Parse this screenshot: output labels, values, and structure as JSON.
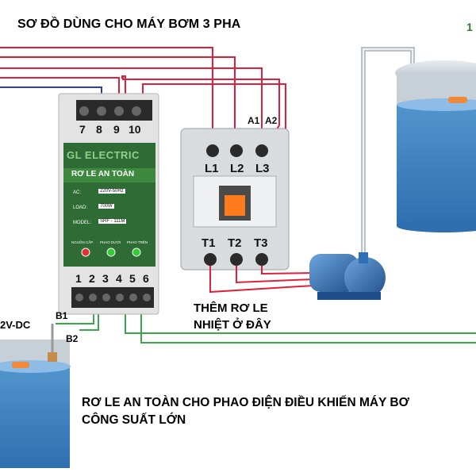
{
  "title": "SƠ ĐỒ DÙNG CHO MÁY BƠM 3 PHA",
  "tank_label": "1",
  "relay": {
    "top_terminals": [
      "7",
      "8",
      "9",
      "10"
    ],
    "bottom_terminals": [
      "1",
      "2",
      "3",
      "4",
      "5",
      "6"
    ],
    "brand": "GL ELECTRIC",
    "panel_title": "RƠ LE AN TOÀN",
    "specs": [
      {
        "label": "AC:",
        "value": "220V-50Hz"
      },
      {
        "label": "LOAD:",
        "value": "700W"
      },
      {
        "label": "MODEL:",
        "value": "SRF - 111M"
      }
    ],
    "indicators": [
      "NGUỒN CẤP",
      "PHAO DƯỚI",
      "PHAO TRÊN"
    ],
    "colors": {
      "body": "#e3e3e3",
      "panel": "#2f6b35",
      "led_red": "#d33",
      "led_green": "#3c3"
    }
  },
  "contactor": {
    "coil": [
      "A1",
      "A2"
    ],
    "inputs": [
      "L1",
      "L2",
      "L3"
    ],
    "outputs": [
      "T1",
      "T2",
      "T3"
    ]
  },
  "sensor_labels": {
    "dc": "2V-DC",
    "b1": "B1",
    "b2": "B2"
  },
  "note": [
    "THÊM RƠ LE",
    "NHIỆT Ở ĐÂY"
  ],
  "caption": [
    "RƠ LE AN TOÀN CHO PHAO ĐIỆN ĐIỀU KHIỂN MÁY BƠ",
    "CÔNG SUẤT LỚN"
  ],
  "colors": {
    "wire_red": "#e0203a",
    "wire_blue": "#2a3fc0",
    "wire_green": "#3aa84a",
    "water": "#3f86c6",
    "pump": "#2e6fb5"
  }
}
